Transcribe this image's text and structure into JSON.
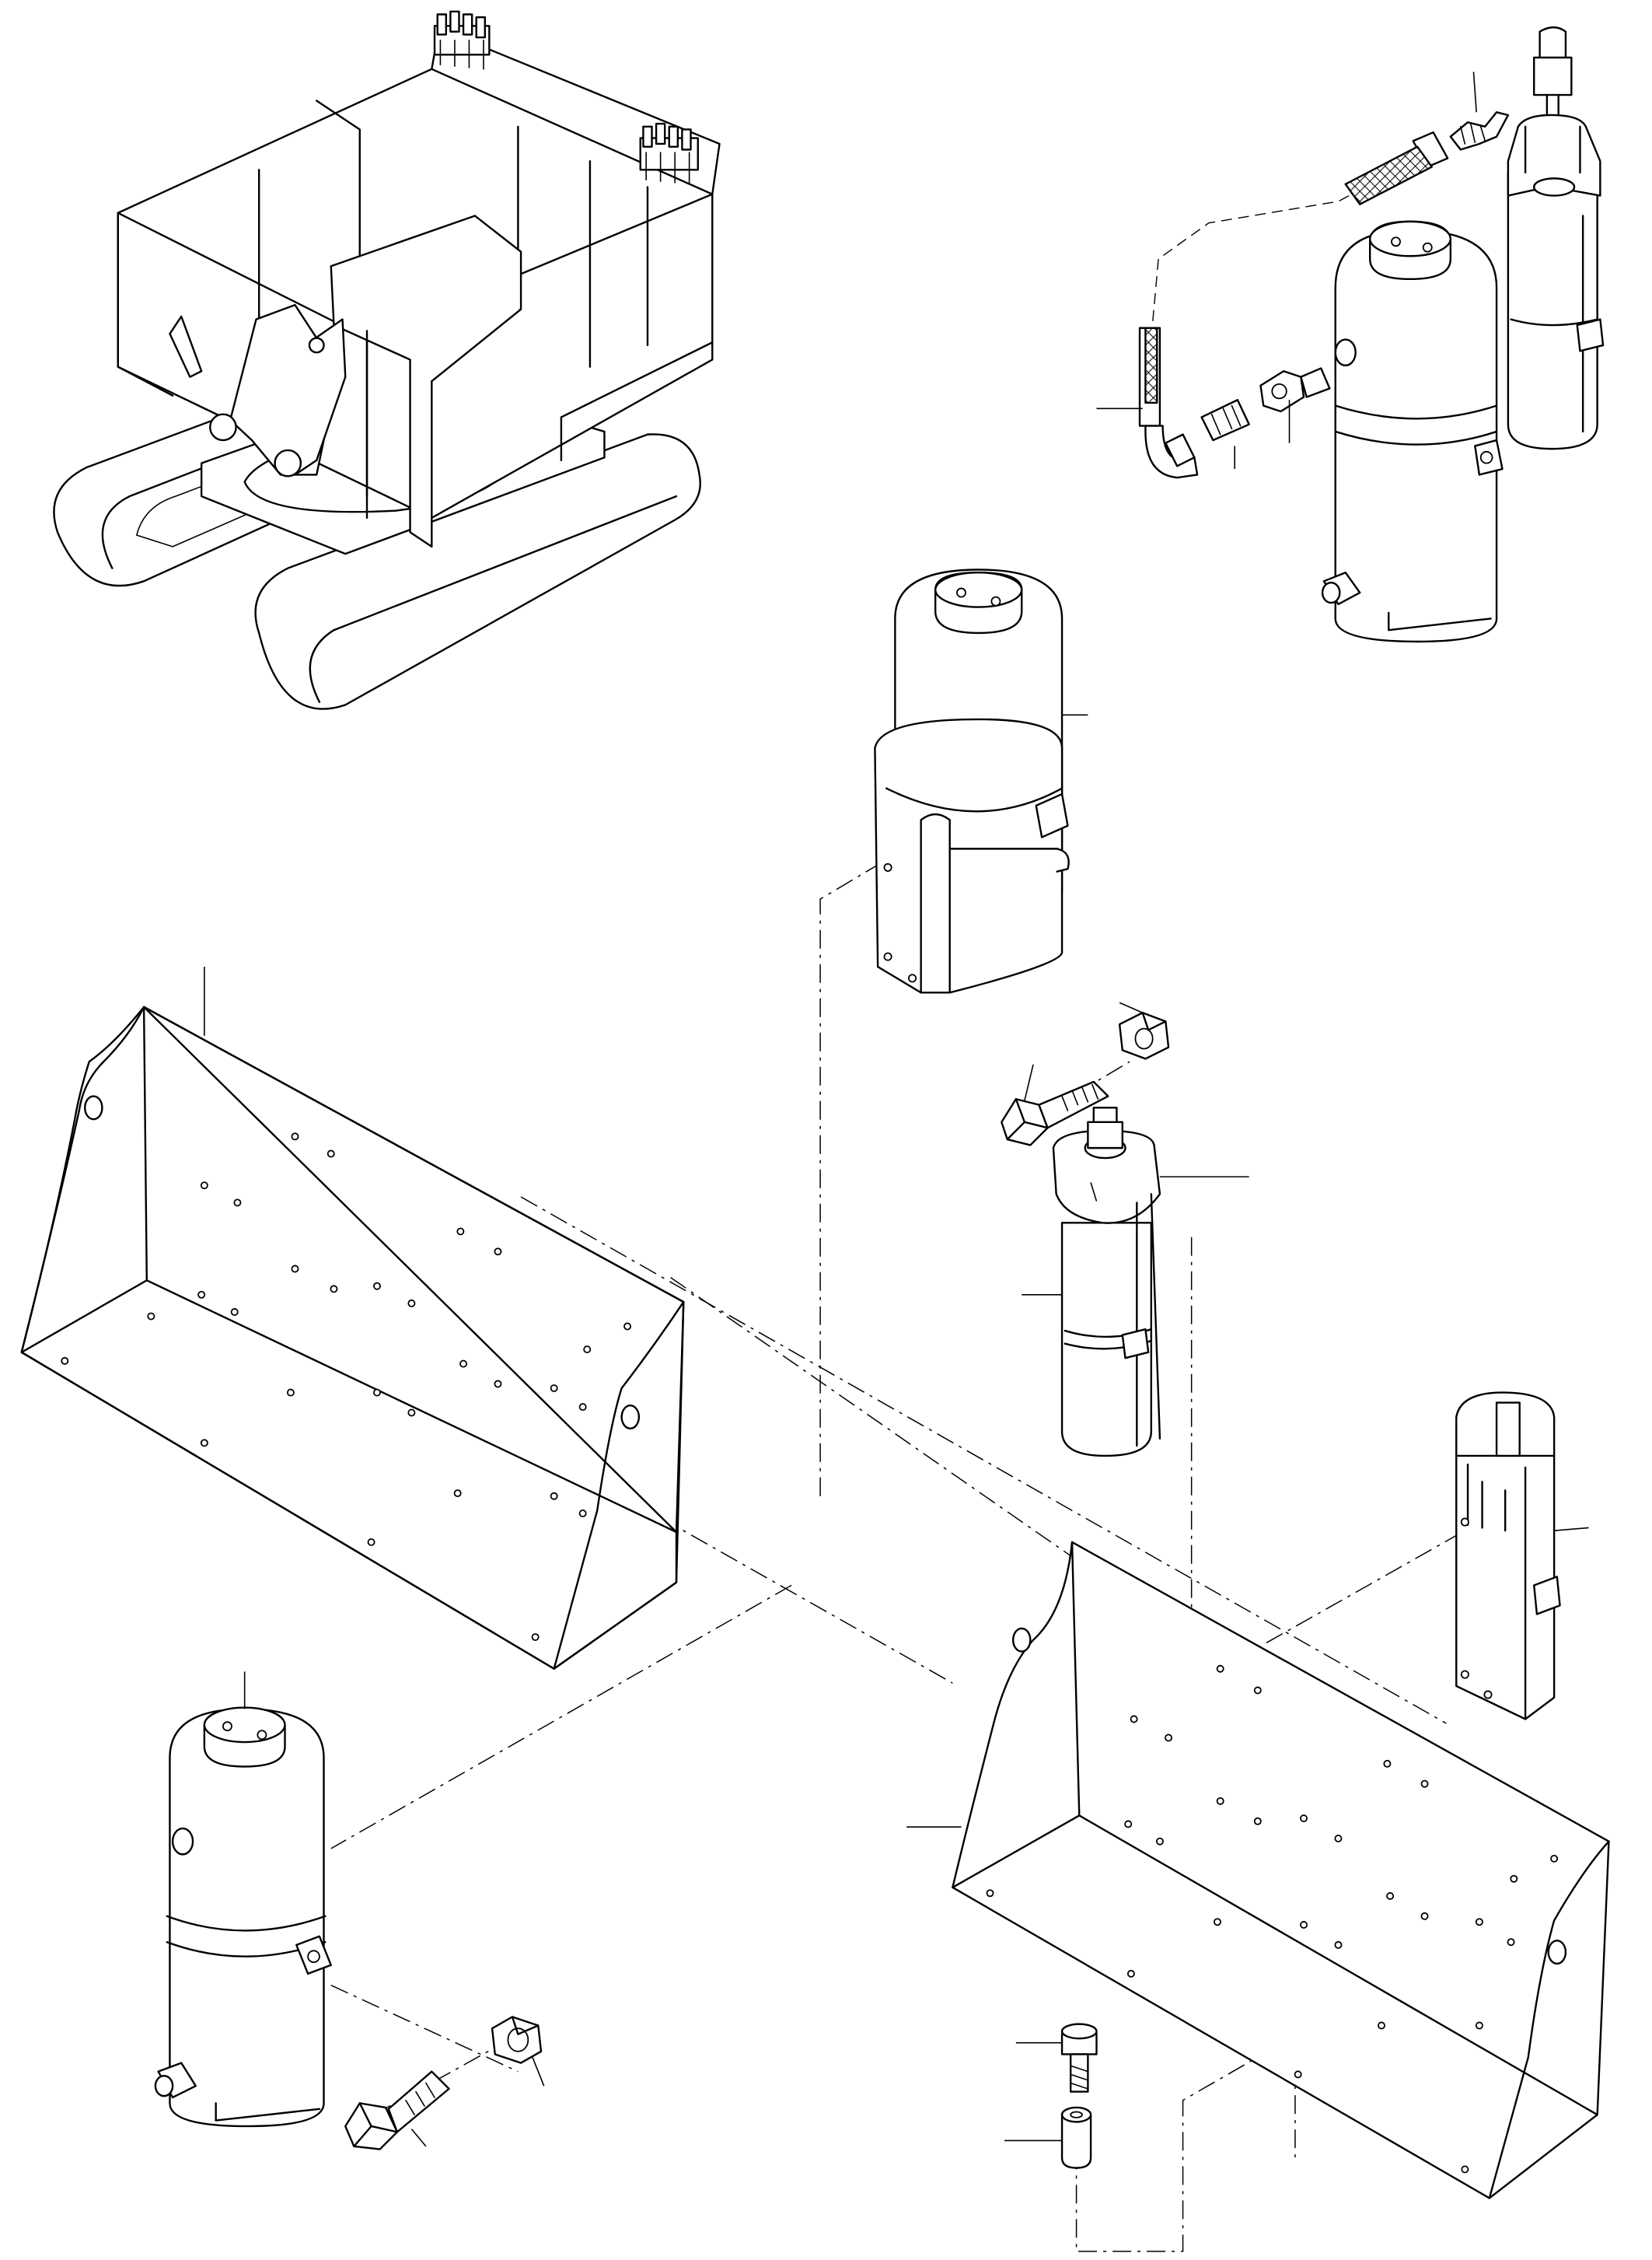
{
  "drawing": {
    "type": "exploded-parts-diagram",
    "background": "#ffffff",
    "line_color": "#000000",
    "text_labels": []
  },
  "callouts": [
    {
      "id": "c01"
    },
    {
      "id": "c02"
    },
    {
      "id": "c03"
    },
    {
      "id": "c04"
    },
    {
      "id": "c05"
    },
    {
      "id": "c06"
    },
    {
      "id": "c07"
    },
    {
      "id": "c08"
    },
    {
      "id": "c09"
    },
    {
      "id": "c10"
    },
    {
      "id": "c11"
    },
    {
      "id": "c12"
    },
    {
      "id": "c13"
    },
    {
      "id": "c14"
    },
    {
      "id": "c15"
    },
    {
      "id": "c16"
    },
    {
      "id": "c17"
    },
    {
      "id": "c18"
    }
  ],
  "components": [
    {
      "name": "excavator-overview"
    },
    {
      "name": "nozzle-fitting-assembly"
    },
    {
      "name": "fire-suppression-tank-with-fittings"
    },
    {
      "name": "propellant-cartridge-upper"
    },
    {
      "name": "tank-with-bracket"
    },
    {
      "name": "hex-bolt-and-nut-middle"
    },
    {
      "name": "cartridge-in-holder-middle"
    },
    {
      "name": "cartridge-bracket-right"
    },
    {
      "name": "mounting-tray-left"
    },
    {
      "name": "mounting-tray-right"
    },
    {
      "name": "tank-lower-left"
    },
    {
      "name": "hex-bolt-and-nut-lower-left"
    },
    {
      "name": "bolt-and-spacer-lower-right"
    }
  ]
}
